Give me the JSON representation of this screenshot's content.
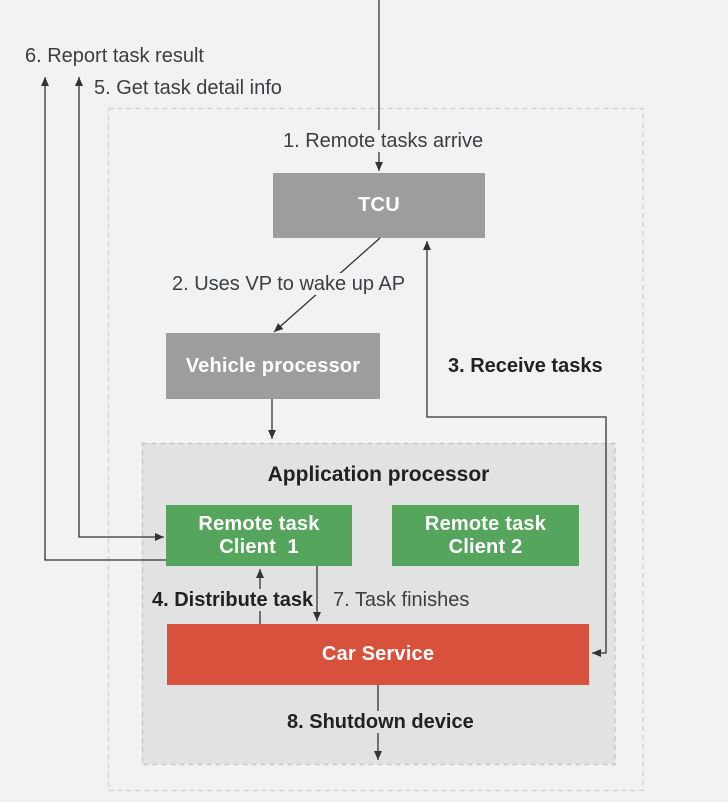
{
  "colors": {
    "page_bg": "#f1f2f3",
    "box_gray": "#9d9da0",
    "app_bg": "#e2e2e3",
    "green": "#56a55c",
    "red": "#d7513d",
    "text_regular": "#3b3e41",
    "text_bold": "#1f2123",
    "line": "#333333",
    "dash_outer": "#cfd1d3",
    "dash_app": "#c6c6c7"
  },
  "boxes": {
    "tcu": {
      "label": "TCU"
    },
    "vehicle_processor": {
      "label": "Vehicle processor"
    },
    "application_processor": {
      "title": "Application processor"
    },
    "client1": {
      "label": "Remote task\nClient  1"
    },
    "client2": {
      "label": "Remote task\nClient 2"
    },
    "car_service": {
      "label": "Car Service"
    }
  },
  "steps": {
    "s1": "1. Remote tasks arrive",
    "s2": "2. Uses VP to wake up AP",
    "s3": "3. Receive tasks",
    "s4": "4. Distribute task",
    "s5": "5. Get task detail info",
    "s6": "6. Report task result",
    "s7": "7. Task finishes",
    "s8": "8. Shutdown device"
  }
}
